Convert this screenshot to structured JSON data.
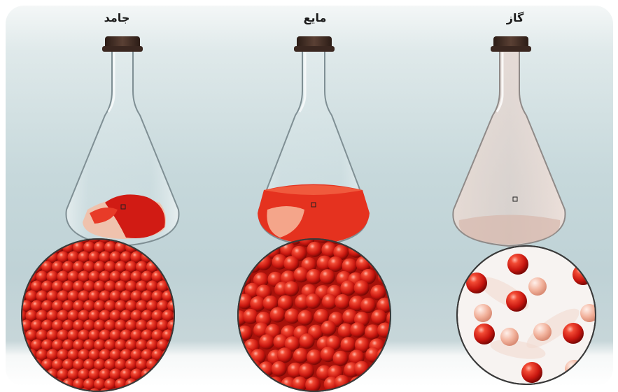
{
  "states": [
    {
      "id": "solid",
      "label": "جامد",
      "color": "#d6201a"
    },
    {
      "id": "liquid",
      "label": "مایع",
      "color": "#e5321f"
    },
    {
      "id": "gas",
      "label": "گاز",
      "color": "#d81e16"
    }
  ],
  "colors": {
    "particle": "#d6231b",
    "particle_faded": "#f0b6a3",
    "glass": "#e8f0f2",
    "cork": "#3d2a22"
  }
}
